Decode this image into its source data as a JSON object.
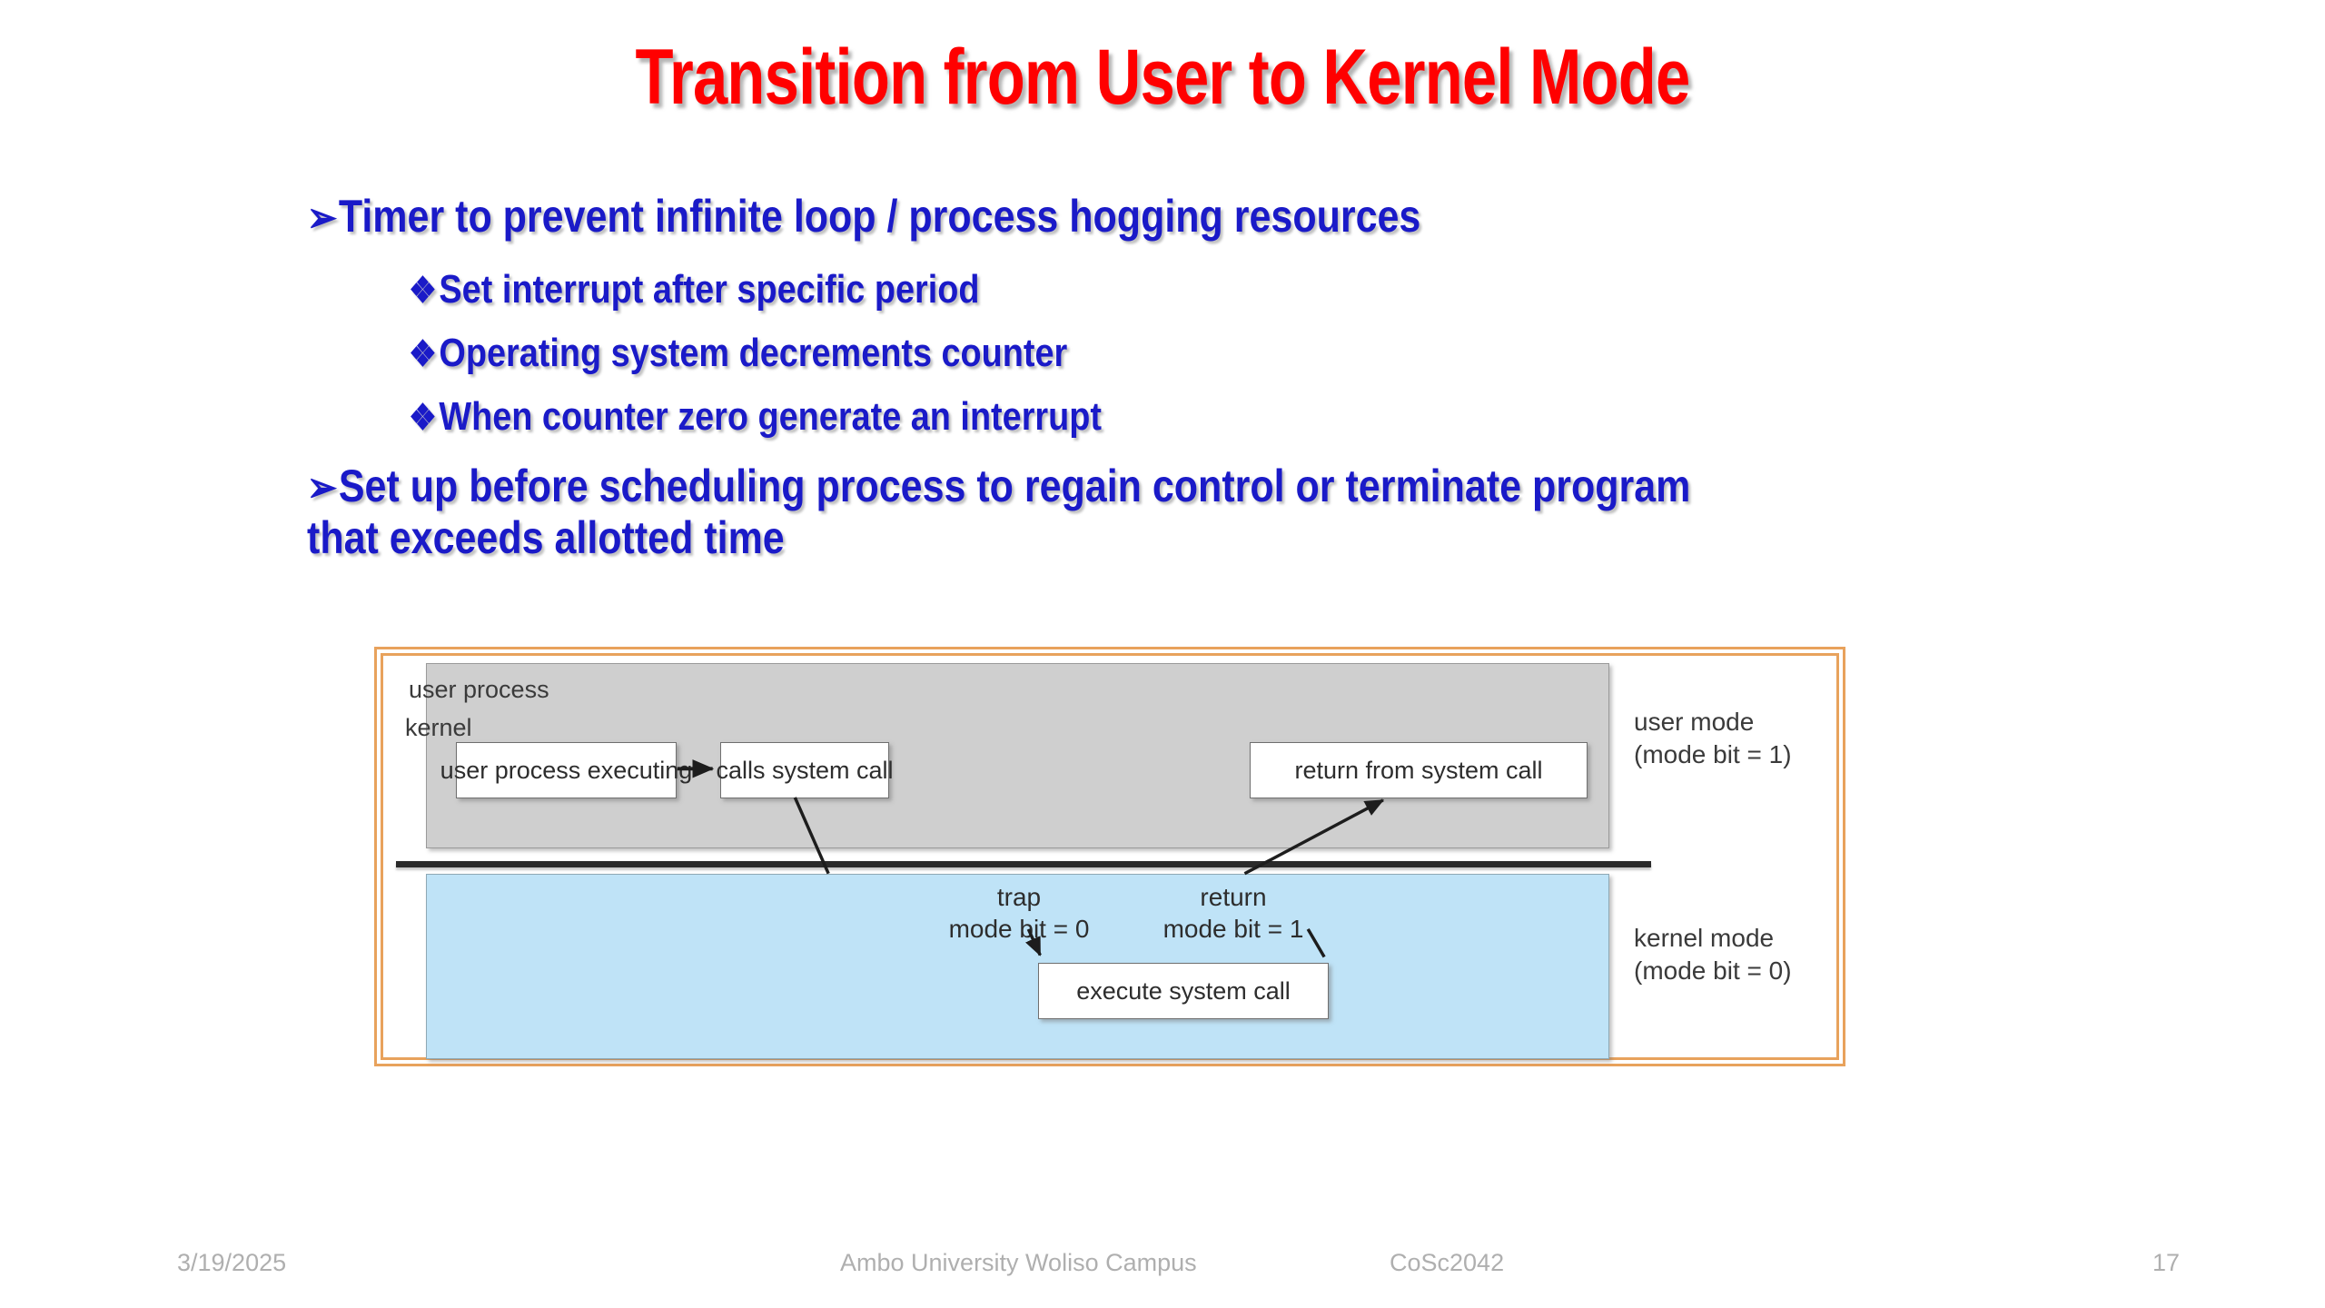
{
  "slide": {
    "title": "Transition from User to Kernel Mode",
    "title_color": "#FF0000",
    "body_color": "#1A1AC8",
    "bullet_marker_l1": "➢",
    "bullet_marker_l2": "❖",
    "bullets": [
      {
        "level": 1,
        "text": "Timer to prevent infinite loop / process hogging resources"
      },
      {
        "level": 2,
        "text": "Set interrupt after specific period"
      },
      {
        "level": 2,
        "text": "Operating system decrements counter"
      },
      {
        "level": 2,
        "text": "When counter zero generate an interrupt"
      },
      {
        "level": 1,
        "text": "Set up before scheduling process to regain control or terminate program that exceeds allotted time"
      }
    ]
  },
  "diagram": {
    "frame_color": "#E8A25C",
    "user_band_color": "#CFCFCF",
    "kernel_band_color": "#BFE3F7",
    "user_process_caption": "user process",
    "kernel_caption": "kernel",
    "boxes": [
      {
        "id": "user-exec",
        "label": "user process executing"
      },
      {
        "id": "calls-sys",
        "label": "calls system call"
      },
      {
        "id": "return-sys",
        "label": "return from system call"
      },
      {
        "id": "exec-sys",
        "label": "execute system call"
      }
    ],
    "annotations": [
      {
        "id": "trap",
        "line1": "trap",
        "line2": "mode bit = 0"
      },
      {
        "id": "return",
        "line1": "return",
        "line2": "mode bit = 1"
      }
    ],
    "mode_labels": [
      {
        "id": "user-mode",
        "line1": "user mode",
        "line2": "(mode bit = 1)"
      },
      {
        "id": "kernel-mode",
        "line1": "kernel mode",
        "line2": "(mode bit = 0)"
      }
    ]
  },
  "footer": {
    "date": "3/19/2025",
    "organization": "Ambo University Woliso Campus",
    "course": "CoSc2042",
    "page_number": "17"
  }
}
